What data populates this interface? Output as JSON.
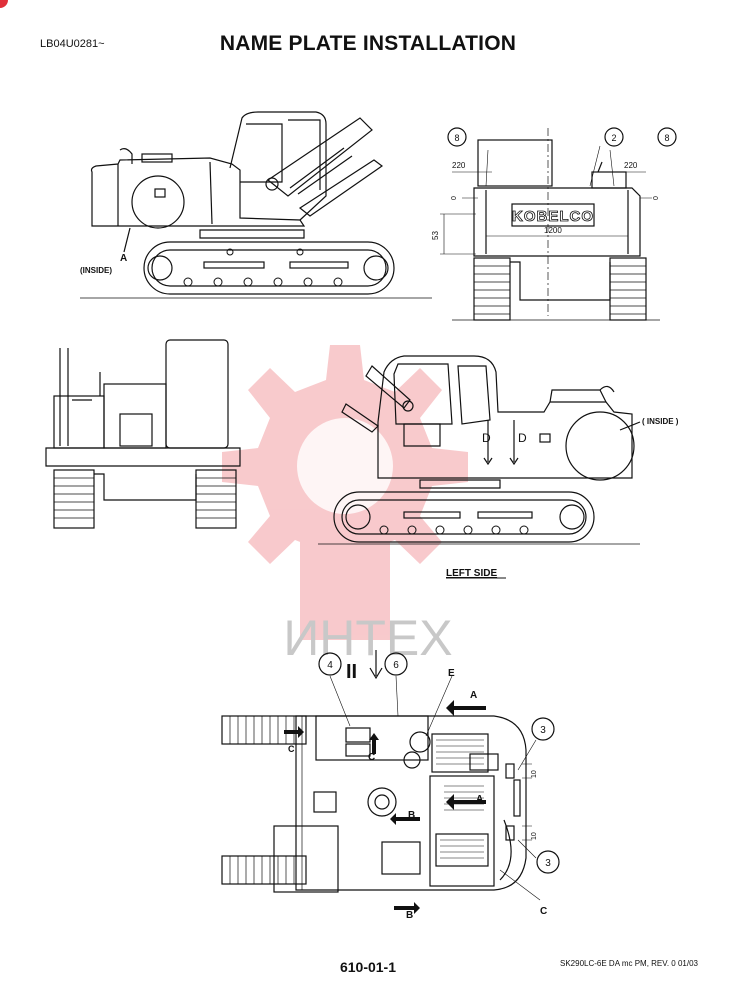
{
  "header": {
    "serial": "LB04U0281~",
    "title": "NAME PLATE INSTALLATION"
  },
  "views": {
    "right_side": {
      "inside_label": "(INSIDE)",
      "callout": "A"
    },
    "rear": {
      "brand": "KOBELCO",
      "dims": [
        "220",
        "220",
        "1200",
        "53",
        "0",
        "0"
      ],
      "callouts": [
        "8",
        "2",
        "8"
      ]
    },
    "left_side": {
      "inside_label": "( INSIDE )",
      "caption": "LEFT SIDE",
      "plate_marks": [
        "D",
        "D"
      ]
    },
    "top": {
      "callouts": [
        "4",
        "6",
        "3",
        "3"
      ],
      "letters": [
        "E",
        "A",
        "A",
        "B",
        "B",
        "C",
        "C",
        "C"
      ],
      "roman": "II",
      "dims": [
        "10",
        "10"
      ]
    }
  },
  "watermark": "ИНТЕХ",
  "footer": {
    "page": "610-01-1",
    "ref": "SK290LC-6E DA mc PM, REV. 0  01/03"
  },
  "colors": {
    "ink": "#111111",
    "watermark": "#f08a8f",
    "watermark_text": "#c8c8c8",
    "corner": "#e0303a"
  }
}
